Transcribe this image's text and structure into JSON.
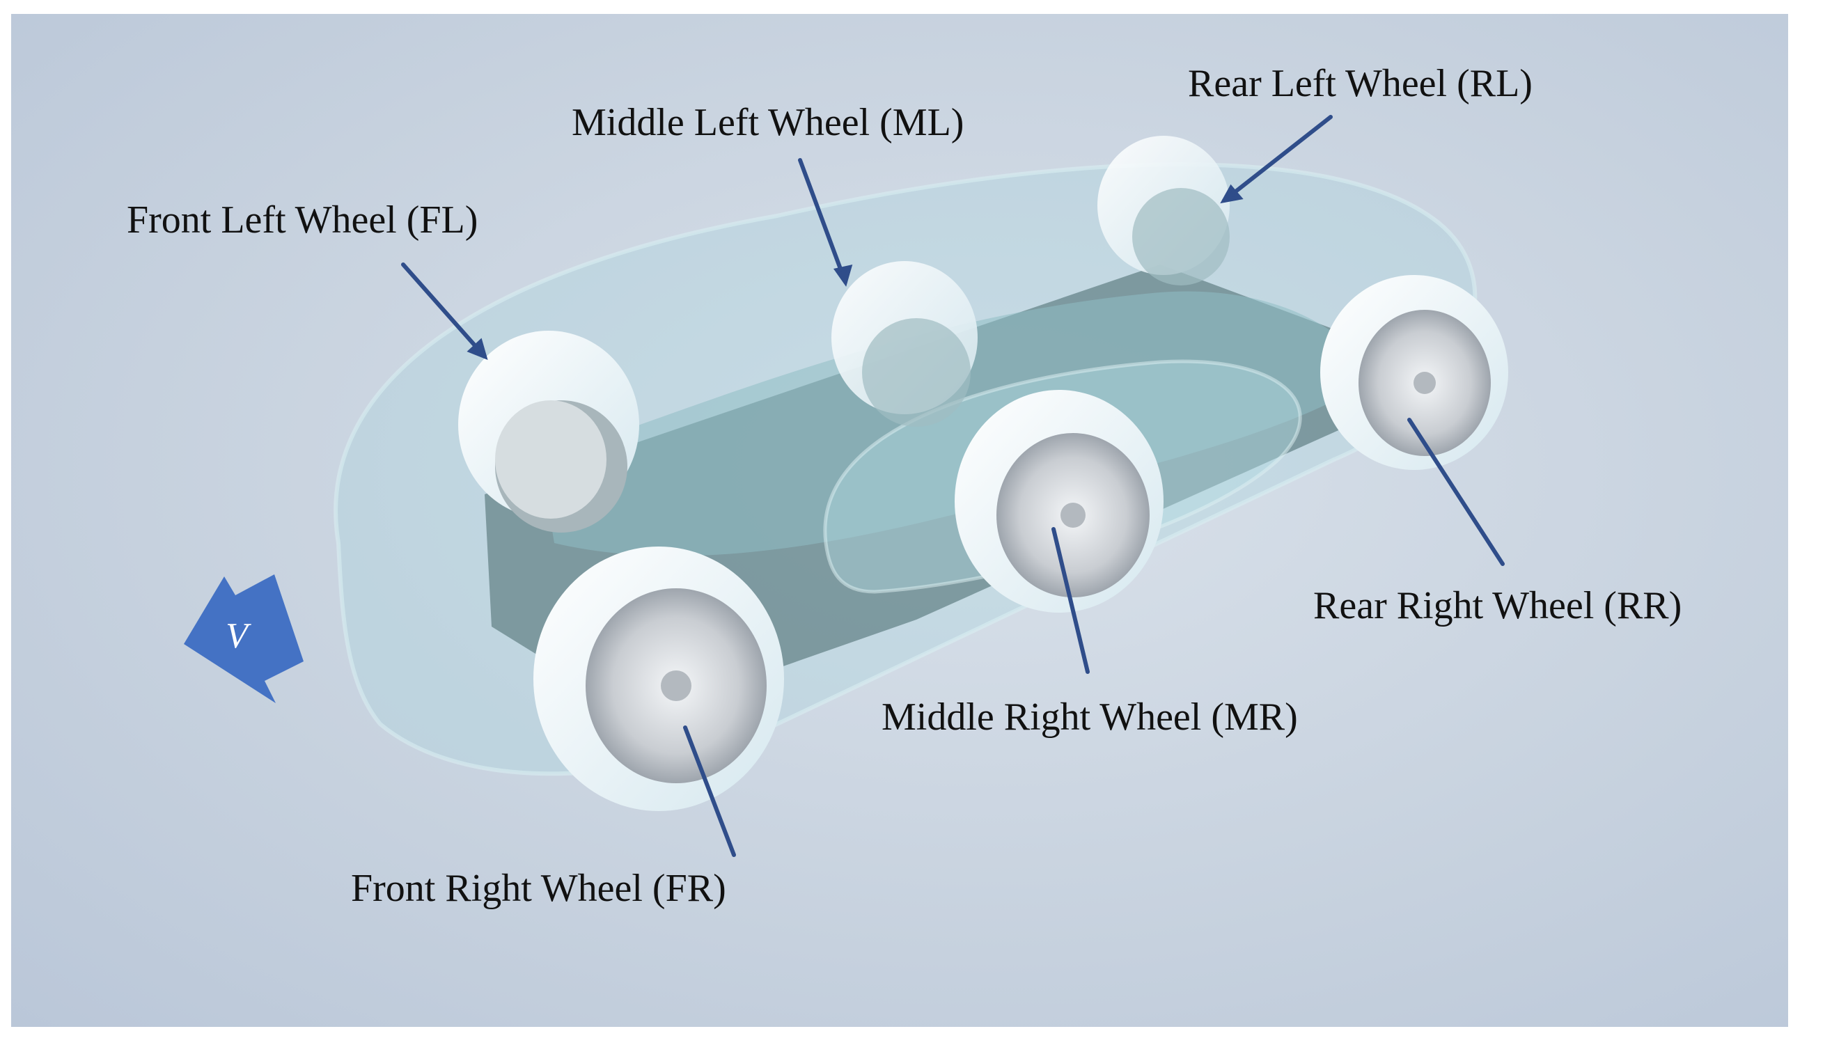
{
  "labels": {
    "front_left": "Front Left Wheel (FL)",
    "middle_left": "Middle Left Wheel (ML)",
    "rear_left": "Rear Left Wheel (RL)",
    "rear_right": "Rear Right Wheel (RR)",
    "middle_right": "Middle Right Wheel (MR)",
    "front_right": "Front Right Wheel (FR)"
  },
  "velocity_symbol": "V",
  "colors": {
    "background_top": "#c3cfdd",
    "background_bottom": "#c9d2e2",
    "leader_line": "#2f4d8a",
    "velocity_arrow": "#4472c4",
    "wheel": "#eef5f8",
    "chassis": "#6e8a90",
    "body_shell": "#9ccfd8"
  }
}
